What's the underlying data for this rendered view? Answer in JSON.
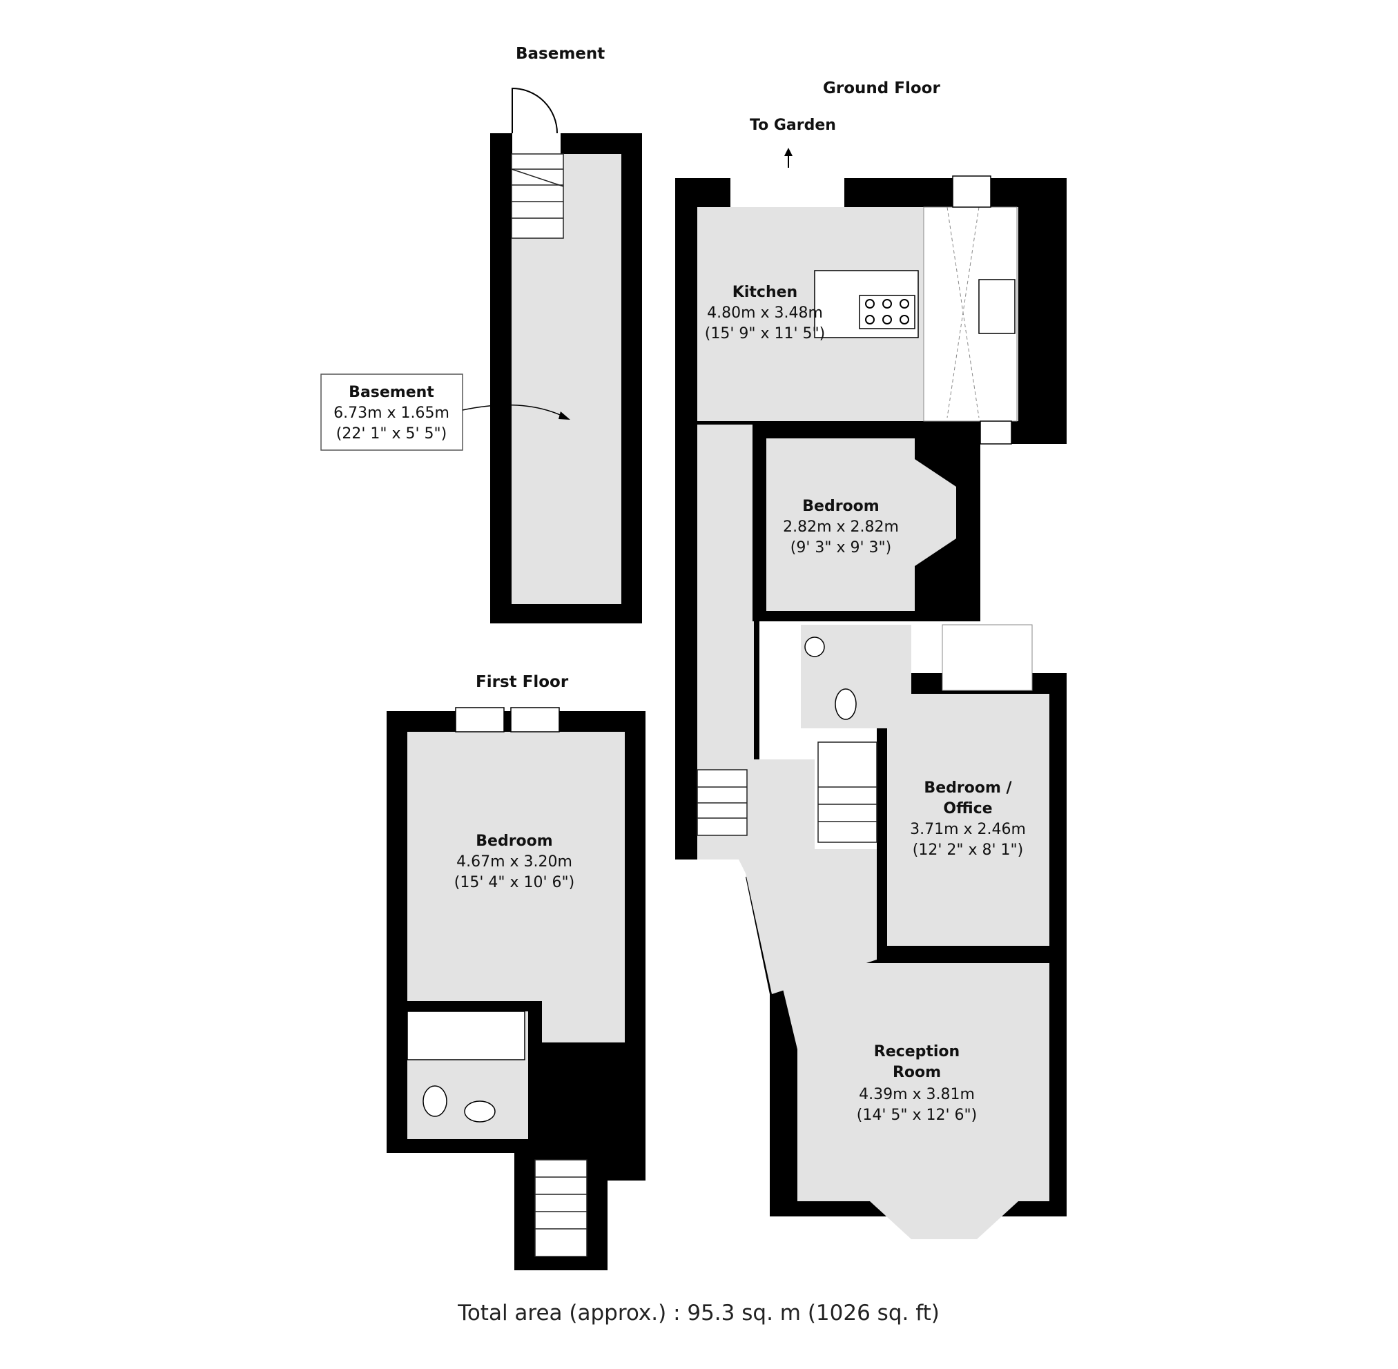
{
  "labels": {
    "basement_title": "Basement",
    "ground_title": "Ground Floor",
    "first_title": "First Floor",
    "to_garden": "To Garden",
    "total_area": "Total area (approx.) : 95.3 sq. m (1026 sq. ft)"
  },
  "rooms": {
    "basement": {
      "name": "Basement",
      "metric": "6.73m x 1.65m",
      "imperial": "(22' 1\" x 5' 5\")"
    },
    "kitchen": {
      "name": "Kitchen",
      "metric": "4.80m x 3.48m",
      "imperial": "(15' 9\" x 11' 5\")"
    },
    "ground_bedroom": {
      "name": "Bedroom",
      "metric": "2.82m x 2.82m",
      "imperial": "(9' 3\" x 9' 3\")"
    },
    "bedroom_office": {
      "name_line1": "Bedroom /",
      "name_line2": "Office",
      "metric": "3.71m x 2.46m",
      "imperial": "(12' 2\" x 8' 1\")"
    },
    "reception": {
      "name_line1": "Reception",
      "name_line2": "Room",
      "metric": "4.39m x 3.81m",
      "imperial": "(14' 5\" x 12' 6\")"
    },
    "first_bedroom": {
      "name": "Bedroom",
      "metric": "4.67m x 3.20m",
      "imperial": "(15' 4\" x 10' 6\")"
    }
  },
  "colors": {
    "wall": "#000000",
    "floor": "#e3e3e3",
    "background": "#ffffff"
  }
}
